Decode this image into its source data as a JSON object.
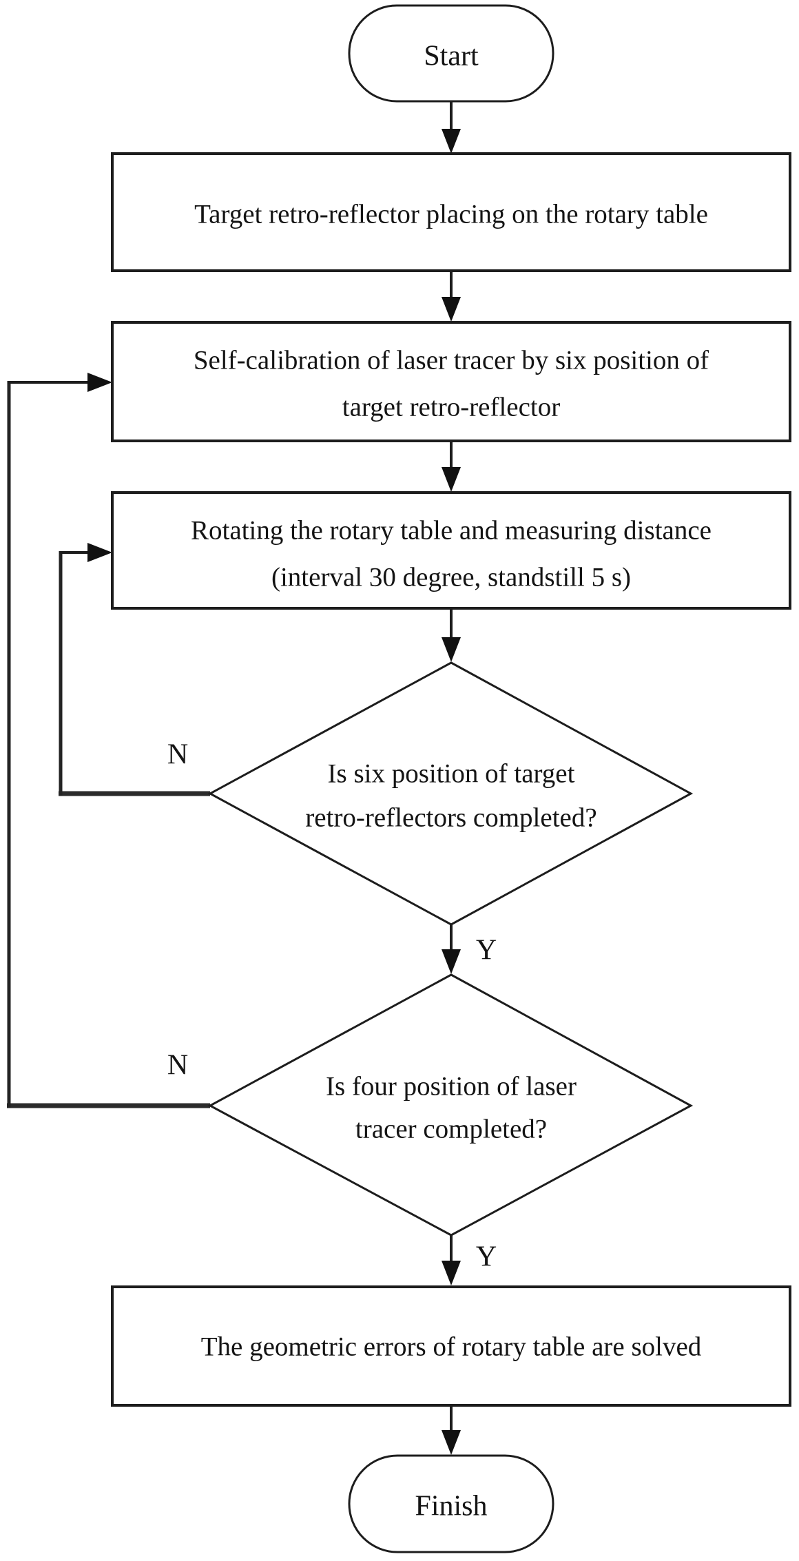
{
  "diagram": {
    "type": "flowchart",
    "background_color": "#ffffff",
    "line_color": "#1d1d1d",
    "text_color": "#141414",
    "branch_labels": {
      "no": "N",
      "yes": "Y"
    },
    "nodes": [
      {
        "id": "start",
        "shape": "terminator",
        "label": "Start"
      },
      {
        "id": "place",
        "shape": "process",
        "lines": [
          "Target retro-reflector placing on the rotary table"
        ]
      },
      {
        "id": "selfcal",
        "shape": "process",
        "lines": [
          "Self-calibration of laser tracer by six position of",
          "target retro-reflector"
        ]
      },
      {
        "id": "rotate",
        "shape": "process",
        "lines": [
          "Rotating the rotary table and measuring distance",
          "(interval 30 degree, standstill 5 s)"
        ]
      },
      {
        "id": "dec_six",
        "shape": "decision",
        "lines": [
          "Is six position of target",
          "retro-reflectors completed?"
        ]
      },
      {
        "id": "dec_four",
        "shape": "decision",
        "lines": [
          "Is four position of laser",
          "tracer completed?"
        ]
      },
      {
        "id": "solved",
        "shape": "process",
        "lines": [
          "The geometric errors of rotary table are solved"
        ]
      },
      {
        "id": "finish",
        "shape": "terminator",
        "label": "Finish"
      }
    ],
    "edges": [
      {
        "from": "start",
        "to": "place",
        "label": ""
      },
      {
        "from": "place",
        "to": "selfcal",
        "label": ""
      },
      {
        "from": "selfcal",
        "to": "rotate",
        "label": ""
      },
      {
        "from": "rotate",
        "to": "dec_six",
        "label": ""
      },
      {
        "from": "dec_six",
        "to": "rotate",
        "label": "N"
      },
      {
        "from": "dec_six",
        "to": "dec_four",
        "label": "Y"
      },
      {
        "from": "dec_four",
        "to": "selfcal",
        "label": "N"
      },
      {
        "from": "dec_four",
        "to": "solved",
        "label": "Y"
      },
      {
        "from": "solved",
        "to": "finish",
        "label": ""
      }
    ]
  }
}
